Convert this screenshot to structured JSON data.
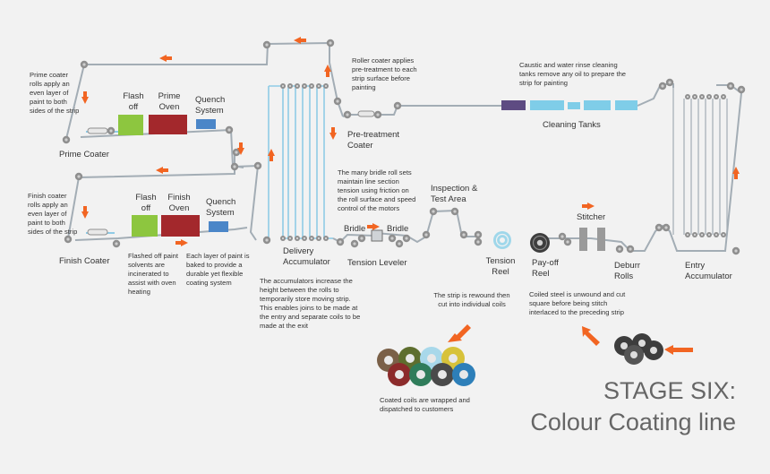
{
  "title": {
    "line1": "STAGE SIX:",
    "line2": "Colour Coating line"
  },
  "labels": {
    "prime_coater": "Prime Coater",
    "flash_off_1": "Flash off",
    "prime_oven": "Prime Oven",
    "quench_system_1": "Quench System",
    "finish_coater": "Finish Coater",
    "flash_off_2": "Flash off",
    "finish_oven": "Finish Oven",
    "quench_system_2": "Quench System",
    "delivery_accumulator": "Delivery Accumulator",
    "pretreatment_coater": "Pre-treatment Coater",
    "bridle_1": "Bridle",
    "bridle_2": "Bridle",
    "tension_leveler": "Tension Leveler",
    "inspection_test_area": "Inspection & Test Area",
    "tension_reel": "Tension Reel",
    "cleaning_tanks": "Cleaning Tanks",
    "stitcher": "Stitcher",
    "payoff_reel": "Pay-off Reel",
    "deburr_rolls": "Deburr Rolls",
    "entry_accumulator": "Entry Accumulator"
  },
  "notes": {
    "prime_coater": "Prime coater rolls apply an even layer of paint to both sides of the strip",
    "finish_coater": "Finish coater rolls apply an even layer of paint to both sides of the strip",
    "flashed_off": "Flashed off paint solvents are incinerated to assist with oven heating",
    "each_layer": "Each layer of paint is baked to provide a durable yet flexible coating system",
    "accumulators": "The accumulators increase the height between the rolls to temporarily store moving strip. This enables joins to be made at the entry and separate coils to be made at the exit",
    "roller_coater": "Roller coater applies pre-treatment to each strip surface before painting",
    "bridle_rolls": "The many bridle roll sets maintain line section tension using friction on the roll surface and speed control of the motors",
    "caustic": "Caustic and water rinse cleaning tanks remove any oil to prepare the strip for painting",
    "rewound": "The strip is rewound then cut into individual coils",
    "coiled_steel": "Coiled steel is unwound and cut square before being stitch interlaced to the preceding strip",
    "coated_coils": "Coated coils are wrapped and dispatched to customers"
  },
  "colors": {
    "strip": "#a3adb5",
    "strip_blue": "#8fcbe6",
    "roll": "#8f8f8f",
    "flash_off": "#8dc63f",
    "oven": "#a3282c",
    "quench": "#4b86c8",
    "arrow": "#f26522",
    "cleaning": "#7fcde8",
    "cleaning_entry": "#5e4b82",
    "title": "#666666"
  },
  "icons": [
    "flow-arrow-icon",
    "coil-icon",
    "roll-icon",
    "flat-arrow-icon"
  ]
}
